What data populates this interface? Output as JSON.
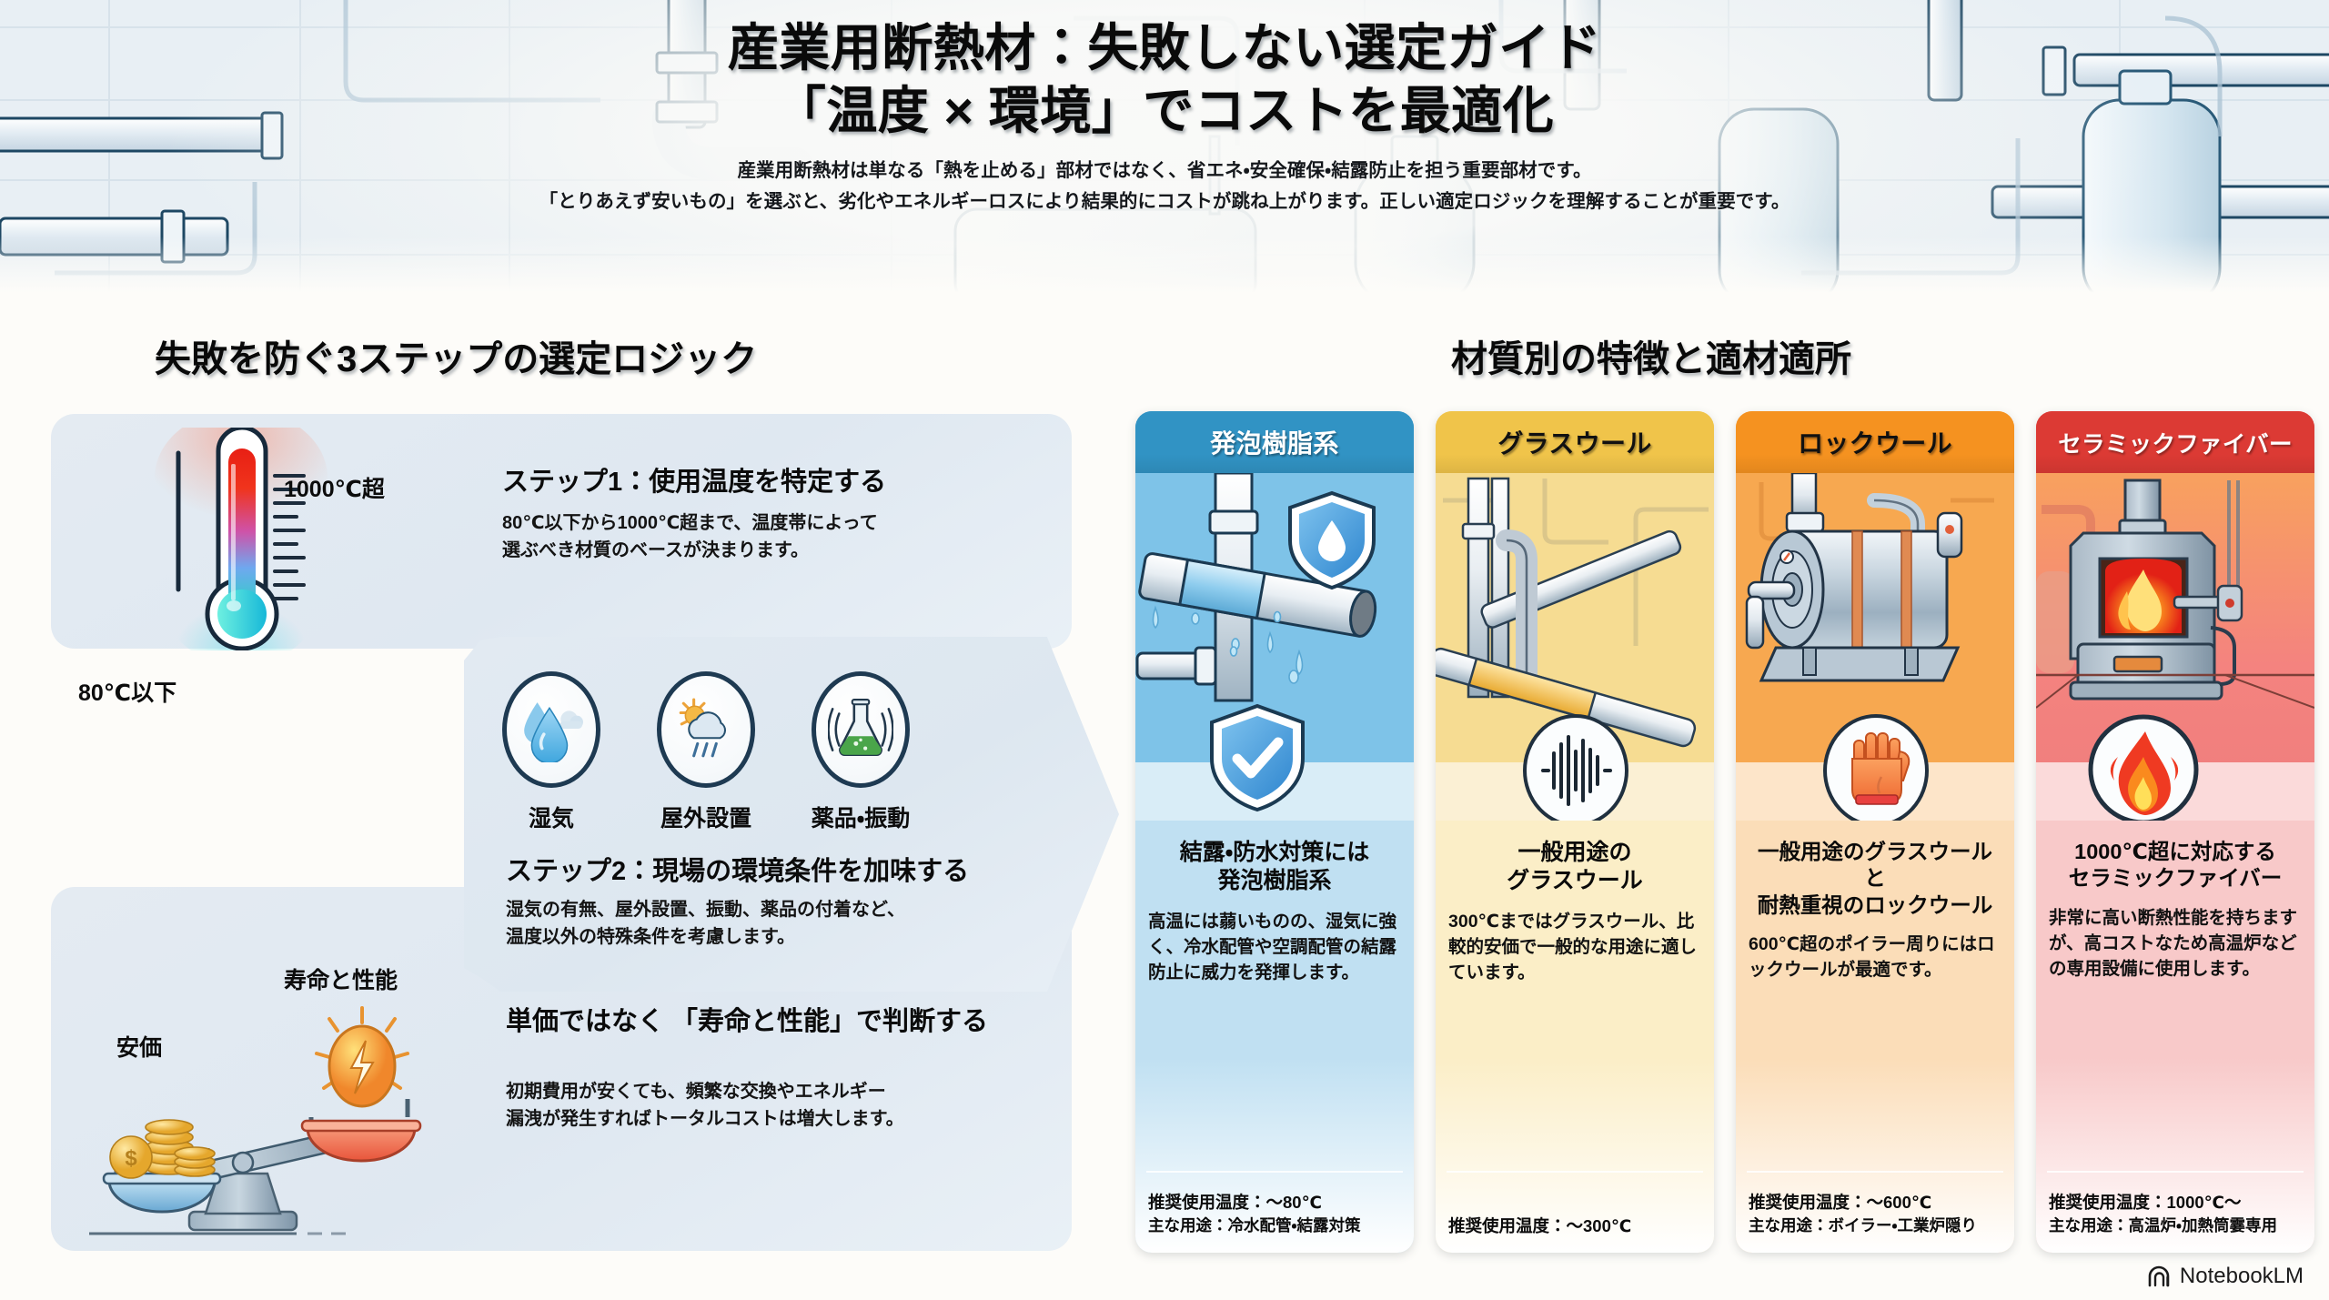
{
  "header": {
    "title_line1": "産業用断熱材：失敗しない選定ガイド",
    "title_line2": "「温度 × 環境」でコストを最適化",
    "subtitle_line1": "産業用断熱材は単なる「熱を止める」部材ではなく、省エネ・安全確保・結露防止を担う重要部材です。",
    "subtitle_line2": "「とりあえず安いもの」を選ぶと、劣化やエネルギーロスにより結果的にコストが跳ね上がります。正しい適定ロジックを理解することが重要です。"
  },
  "sections": {
    "left_heading": "失敗を防ぐ3ステップの選定ロジック",
    "right_heading": "材質別の特徴と適材適所"
  },
  "thermometer": {
    "label_hot": "1000℃超",
    "label_cold": "80℃以下"
  },
  "steps": [
    {
      "title": "ステップ1：使用温度を特定する",
      "body": "80℃以下から1000℃超まで、温度帯によって\n選ぶべき材質のベースが決まります。"
    },
    {
      "title": "ステップ2：現場の環境条件を加味する",
      "body": "湿気の有無、屋外設置、振動、薬品の付着など、\n温度以外の特殊条件を考慮します。"
    },
    {
      "title": "単価ではなく\n「寿命と性能」で判断する",
      "body": "初期費用が安くても、頻繁な交換やエネルギー\n漏洩が発生すればトータルコストは増大します。"
    }
  ],
  "env_icons": [
    {
      "label": "湿気",
      "icon": "water-drop-icon"
    },
    {
      "label": "屋外設置",
      "icon": "sun-cloud-rain-icon"
    },
    {
      "label": "薬品・振動",
      "icon": "flask-vibration-icon"
    }
  ],
  "scale": {
    "label_left": "安価",
    "label_right": "寿命と性能"
  },
  "materials": [
    {
      "name": "発泡樹脂系",
      "head_bg": "#3193c4",
      "head_color": "#ffffff",
      "body_bg": "#c0e0f2",
      "img_bg": "#7ec3e8",
      "lead": "結露・防水対策には\n発泡樹脂系",
      "desc": "高温には蒻いものの、湿気に強く、冷水配管や空調配管の結露防止に威力を発揮します。",
      "temp": "推奨使用温度：〜80℃",
      "use": "主な用途：冷水配管・結露対策",
      "icons": [
        "water-shield-icon",
        "check-shield-icon"
      ]
    },
    {
      "name": "グラスウール",
      "head_bg": "#f0c44a",
      "head_color": "#111111",
      "body_bg": "#fbeec7",
      "img_bg": "#f6dc92",
      "lead": "一般用途の\nグラスウール",
      "desc": "300℃まではグラスウール、比較的安価で一般的な用途に適しています。",
      "temp": "推奨使用温度：〜300℃",
      "use": "",
      "icons": [
        "vibration-wave-icon"
      ]
    },
    {
      "name": "ロックウール",
      "head_bg": "#f59220",
      "head_color": "#111111",
      "body_bg": "#fbddb8",
      "img_bg": "#f7a850",
      "lead": "一般用途のグラスウールと\n耐熱重視のロックウール",
      "desc": "600℃超のポイラー周りにはロックウールが最適です。",
      "temp": "推奨使用温度：〜600℃",
      "use": "主な用途：ボイラー・工業炉隠り",
      "icons": [
        "heat-glove-icon"
      ]
    },
    {
      "name": "セラミックファイバー",
      "head_bg": "#dc3a34",
      "head_color": "#ffffff",
      "body_bg": "#f8c9c9",
      "img_bg": "#f4837f",
      "lead": "1000℃超に対応する\nセラミックファイバー",
      "desc": "非常に高い断熱性能を持ちますが、高コストなため高温炉などの専用設備に使用します。",
      "temp": "推奨使用温度：1000℃〜",
      "use": "主な用途：高温炉・加熱筒霎専用",
      "icons": [
        "flame-icon"
      ]
    }
  ],
  "watermark": {
    "label": "NotebookLM",
    "icon": "notebooklm-logo-icon"
  }
}
